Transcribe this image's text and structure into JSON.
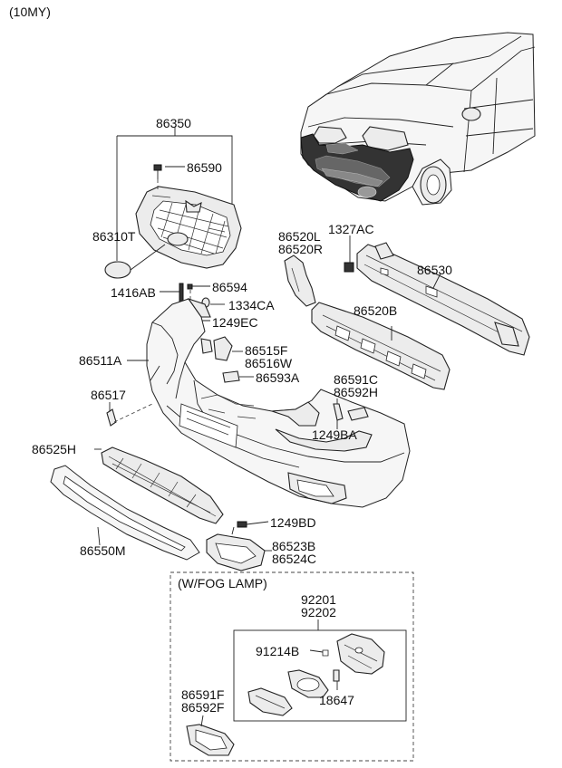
{
  "model_note": "(10MY)",
  "fog_lamp_box_title": "(W/FOG LAMP)",
  "labels": {
    "p86350": "86350",
    "p86590": "86590",
    "p86310T": "86310T",
    "p86520L_R": [
      "86520L",
      "86520R"
    ],
    "p1327AC": "1327AC",
    "p86530": "86530",
    "p1416AB": "1416AB",
    "p86594": "86594",
    "p1334CA": "1334CA",
    "p1249EC": "1249EC",
    "p86520B": "86520B",
    "p86511A": "86511A",
    "p86515F_W": [
      "86515F",
      "86516W"
    ],
    "p86593A": "86593A",
    "p86591C_H": [
      "86591C",
      "86592H"
    ],
    "p86517": "86517",
    "p1249BA": "1249BA",
    "p86525H": "86525H",
    "p1249BD": "1249BD",
    "p86550M": "86550M",
    "p86523B_C": [
      "86523B",
      "86524C"
    ],
    "p92201_2": [
      "92201",
      "92202"
    ],
    "p91214B": "91214B",
    "p18647": "18647",
    "p86591F_2F": [
      "86591F",
      "86592F"
    ]
  }
}
